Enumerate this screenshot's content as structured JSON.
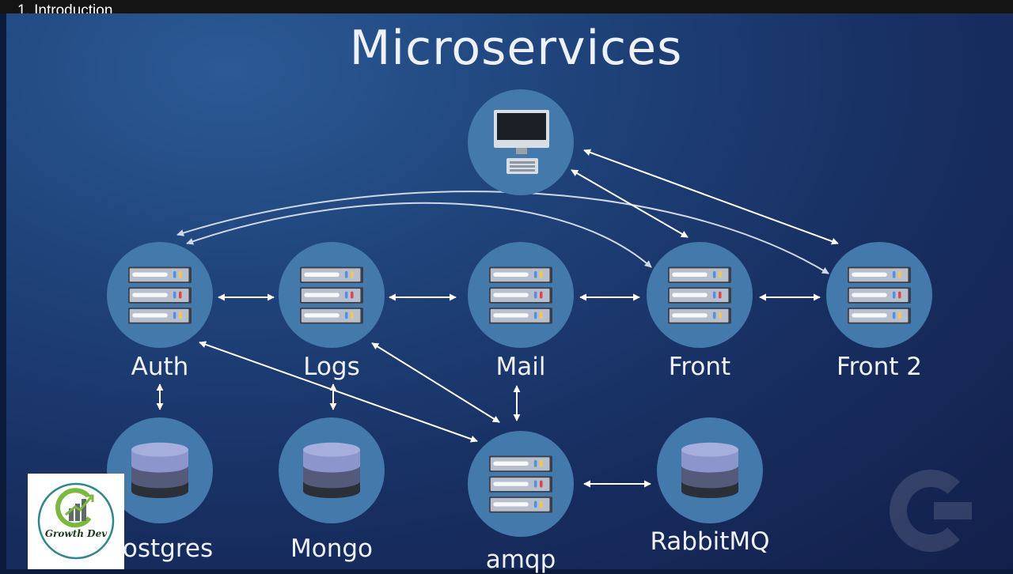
{
  "video": {
    "title": "1. Introduction"
  },
  "slide": {
    "title": "Microservices"
  },
  "nodes": {
    "auth": "Auth",
    "logs": "Logs",
    "mail": "Mail",
    "front": "Front",
    "front2": "Front 2",
    "postgres": "ostgres",
    "mongo": "Mongo",
    "amqp": "amqp",
    "rabbitmq": "RabbitMQ"
  },
  "logo": {
    "text": "Growth Dev"
  },
  "colors": {
    "node_circle": "#4379ab",
    "arrow": "#ffffff",
    "led_blue": "#4f92e0",
    "led_yellow": "#f2c94c",
    "led_red": "#e0454b"
  }
}
